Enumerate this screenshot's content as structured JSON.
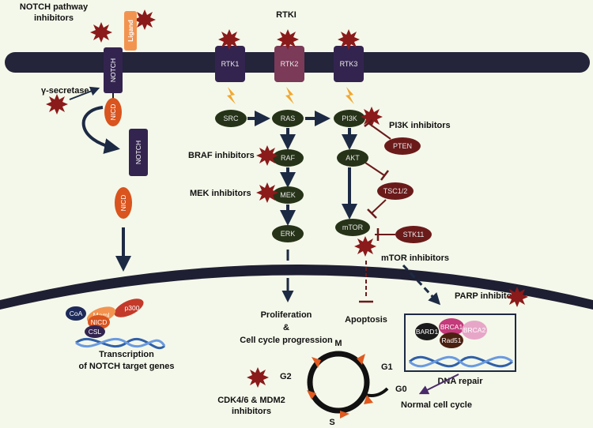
{
  "title": "RTKI",
  "receptors": {
    "rtk1": "RTK1",
    "rtk2": "RTK2",
    "rtk3": "RTK3",
    "notch": "NOTCH",
    "ligand": "Ligand",
    "nicd": "NICD",
    "notch_free": "NOTCH",
    "nicd_free": "NICD"
  },
  "nodes": {
    "src": "SRC",
    "ras": "RAS",
    "pi3k": "PI3K",
    "raf": "RAF",
    "akt": "AKT",
    "pten": "PTEN",
    "mek": "MEK",
    "tsc": "TSC1/2",
    "erk": "ERK",
    "mtor": "mTOR",
    "stk11": "STK11"
  },
  "inhibitors": {
    "notch_pathway_1": "NOTCH pathway",
    "notch_pathway_2": "inhibitors",
    "gamma_secretase": "γ-secretase",
    "pi3k": "PI3K inhibitors",
    "braf": "BRAF inhibitors",
    "mek": "MEK inhibitors",
    "mtor": "mTOR inhibitors",
    "parp": "PARP inhibitors",
    "cdk_1": "CDK4/6 & MDM2",
    "cdk_2": "inhibitors"
  },
  "nucleus": {
    "coa": "CoA",
    "maml": "Maml",
    "p300": "p300",
    "nicd": "NICD",
    "csl": "CSL",
    "transcription_1": "Transcription",
    "transcription_2": "of NOTCH target genes",
    "proliferation_1": "Proliferation",
    "proliferation_2": "&",
    "proliferation_3": "Cell cycle progression",
    "apoptosis": "Apoptosis",
    "bard1": "BARD1",
    "brca1": "BRCA1",
    "brca2": "BRCA2",
    "rad51": "Rad51",
    "dna_repair": "DNA repair",
    "normal_cycle": "Normal cell cycle"
  },
  "cell_cycle": {
    "m": "M",
    "g1": "G1",
    "g0": "G0",
    "s": "S",
    "g2": "G2"
  },
  "colors": {
    "background": "#f4f8ea",
    "membrane": "#24243a",
    "node": "#263318",
    "inhibitor_star": "#8b1a1a",
    "negative_regulator": "#6b1a1a",
    "lightning": "#f2a830",
    "rtk2": "#7b3a58",
    "receptor": "#33244f",
    "nicd": "#d9541e",
    "ligand": "#f29450"
  }
}
